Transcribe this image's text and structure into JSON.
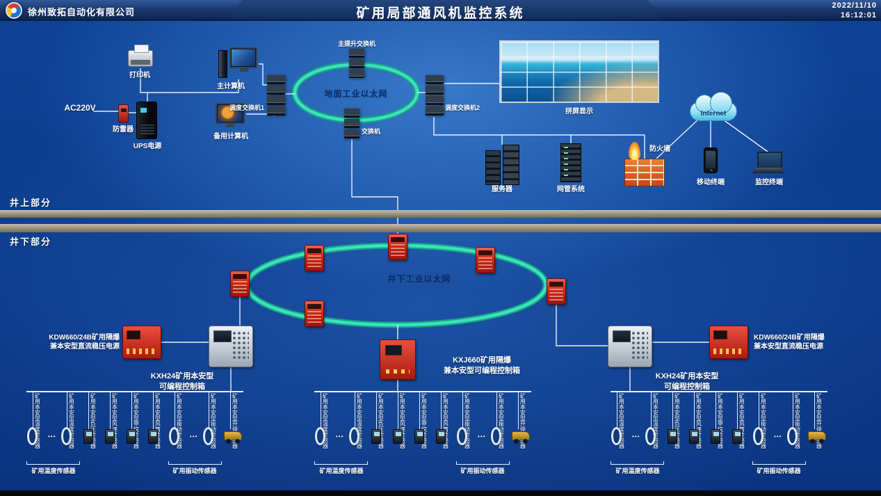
{
  "header": {
    "company": "徐州致拓自动化有限公司",
    "title": "矿用局部通风机监控系统",
    "date": "2022/11/10",
    "time": "16:12:01"
  },
  "sections": {
    "surface_label": "井上部分",
    "underground_label": "井下部分"
  },
  "surface": {
    "ring_label": "地面工业以太网",
    "printer": "打印机",
    "main_computer": "主计算机",
    "power_in": "AC220V",
    "arrester": "防雷器",
    "ups": "UPS电源",
    "backup_computer": "备用计算机",
    "dispatch_switch_1": "调度交换机1",
    "hoist_switch": "主提升交换机",
    "switch": "交换机",
    "dispatch_switch_2": "调度交换机2",
    "video_wall": "拼屏显示",
    "server": "服务器",
    "nms": "网管系统",
    "firewall": "防火墙",
    "internet": "Internet",
    "mobile_terminal": "移动终端",
    "monitor_terminal": "监控终端"
  },
  "underground": {
    "ring_label": "井下工业以太网",
    "power_supply": {
      "line1": "KDW660/24B矿用隔爆",
      "line2": "兼本安型直流稳压电源"
    },
    "plc": {
      "line1": "KXH24矿用本安型",
      "line2": "可编程控制箱"
    },
    "controller": {
      "line1": "KXJ660矿用隔爆",
      "line2": "兼本安型可编程控制箱"
    },
    "sensors": [
      {
        "label": "矿用本安型温度传感器",
        "icon": "ring"
      },
      {
        "label": "•••",
        "icon": "dots"
      },
      {
        "label": "矿用本安型温度传感器",
        "icon": "ring"
      },
      {
        "label": "矿用本安型负压传感器",
        "icon": "meter"
      },
      {
        "label": "矿用本安型风速传感器",
        "icon": "meter"
      },
      {
        "label": "矿用本安型甲烷传感器",
        "icon": "meter"
      },
      {
        "label": "矿用本安型风筒传感器",
        "icon": "meter"
      },
      {
        "label": "矿用本安型振动传感器",
        "icon": "ring"
      },
      {
        "label": "•••",
        "icon": "dots"
      },
      {
        "label": "矿用本安型振动传感器",
        "icon": "ring"
      },
      {
        "label": "矿用本安型开停传感器",
        "icon": "fan"
      }
    ],
    "groups": {
      "temperature": "矿用温度传感器",
      "vibration": "矿用振动传感器"
    }
  },
  "colors": {
    "background": "#0d3f92",
    "ethernet_ring": "#2fd3b3",
    "wire": "#e9f1f9",
    "divider_bar": "#9a927c",
    "device_red": "#c22418",
    "panel_gray": "#ccd3da",
    "cloud_cyan": "#7cd6ef"
  },
  "icons": {
    "surface": [
      "printer-icon",
      "desktop-computer-icon",
      "lightning-arrester-icon",
      "ups-tower-icon",
      "monitor-icon",
      "network-switch-icon",
      "video-wall-icon",
      "server-icon",
      "rack-icon",
      "firewall-icon",
      "flame-icon",
      "internet-cloud-icon",
      "smartphone-icon",
      "laptop-icon"
    ],
    "underground": [
      "mine-switch-icon",
      "dc-power-supply-icon",
      "plc-control-box-icon",
      "flameproof-controller-icon",
      "ring-sensor-icon",
      "meter-sensor-icon",
      "fan-vehicle-icon"
    ]
  }
}
